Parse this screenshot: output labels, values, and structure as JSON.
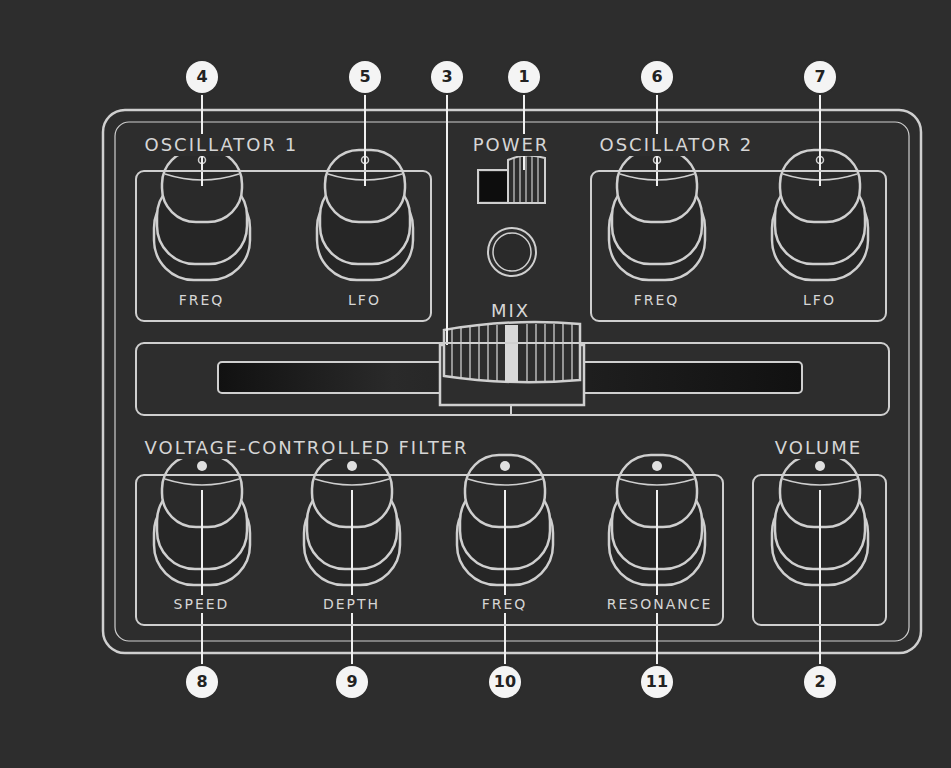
{
  "diagram": {
    "nodes": [
      {
        "text": [
          "OSCILLATOR 1",
          "FREQ",
          "LFO"
        ]
      },
      {
        "text": [
          "OSCILLATOR 2",
          "FREQ",
          "LFO"
        ]
      },
      {
        "text": [
          "MIX"
        ]
      },
      {
        "text": [
          "VOLTAGE-CONTROLLED FILTER",
          "SPEED",
          "DEPTH",
          "FREQ",
          "RESONANCE"
        ]
      },
      {
        "text": [
          "VOLUME"
        ]
      }
    ],
    "labels": [
      "4",
      "5",
      "3",
      "1",
      "6",
      "7",
      "POWER",
      "8",
      "9",
      "10",
      "11",
      "2"
    ]
  }
}
